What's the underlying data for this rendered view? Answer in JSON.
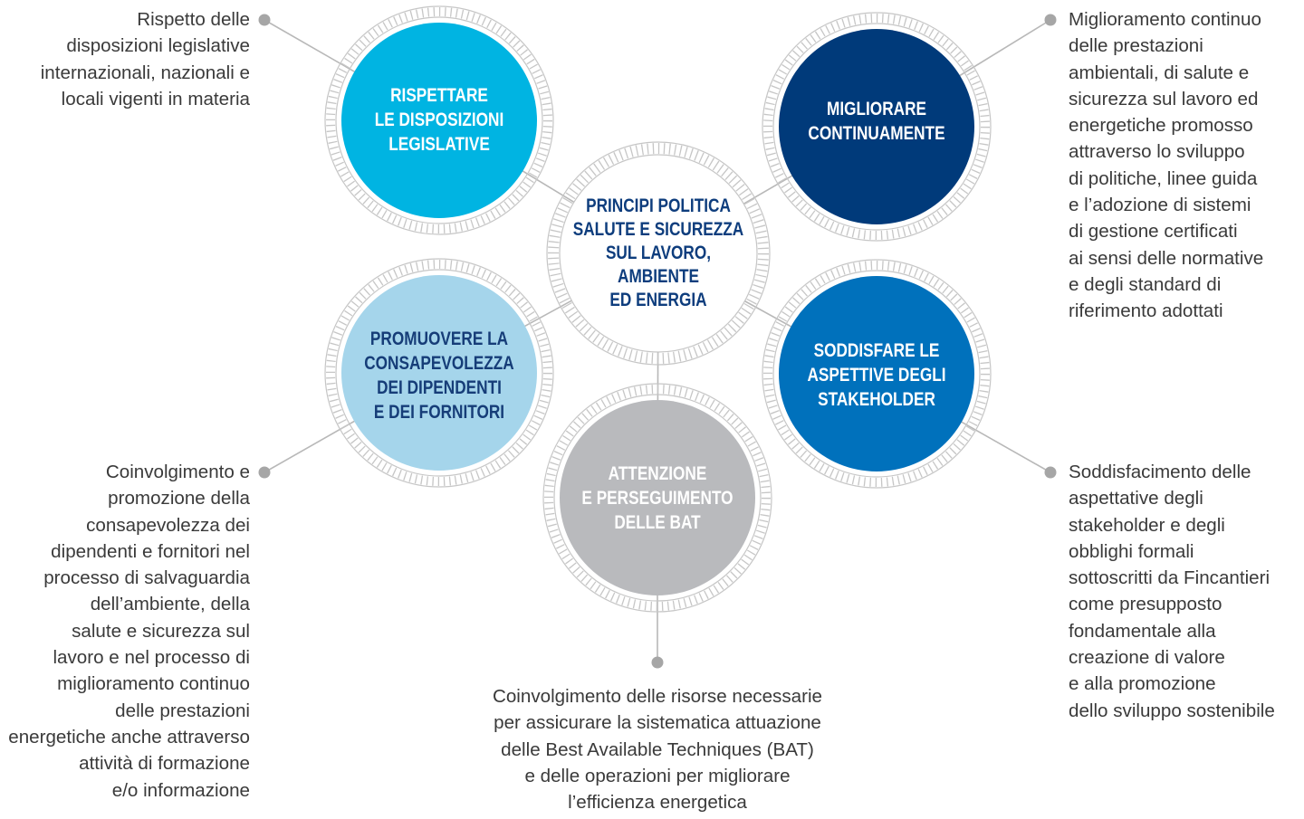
{
  "diagram": {
    "center": {
      "title": "PRINCIPI POLITICA\nSALUTE E SICUREZZA\nSUL LAVORO,\nAMBIENTE\nED ENERGIA"
    },
    "nodes": [
      {
        "title": "RISPETTARE\nLE DISPOSIZIONI\nLEGISLATIVE",
        "description": "Rispetto delle\ndisposizioni legislative\ninternazionali, nazionali e\nlocali vigenti in materia",
        "fill_color": "#00b4e2"
      },
      {
        "title": "MIGLIORARE\nCONTINUAMENTE",
        "description": "Miglioramento continuo\ndelle prestazioni\nambientali, di salute e\nsicurezza sul lavoro ed\nenergetiche promosso\nattraverso lo sviluppo\ndi politiche, linee guida\ne l’adozione di sistemi\ndi gestione certificati\nai sensi delle normative\ne degli standard di\nriferimento adottati",
        "fill_color": "#003a7a"
      },
      {
        "title": "PROMUOVERE LA\nCONSAPEVOLEZZA\nDEI DIPENDENTI\nE DEI FORNITORI",
        "description": "Coinvolgimento e\npromozione della\nconsapevolezza dei\ndipendenti e fornitori nel\nprocesso di salvaguardia\ndell’ambiente, della\nsalute e sicurezza sul\nlavoro e nel processo di\nmiglioramento continuo\ndelle prestazioni\nenergetiche anche attraverso\nattività di formazione\ne/o informazione",
        "fill_color": "#a5d5eb"
      },
      {
        "title": "SODDISFARE LE\nASPETTIVE DEGLI\nSTAKEHOLDER",
        "description": "Soddisfacimento delle\naspettative degli\nstakeholder e degli\nobblighi formali\nsottoscritti da Fincantieri\ncome presupposto\nfondamentale alla\ncreazione di valore\ne alla promozione\ndello sviluppo sostenibile",
        "fill_color": "#0071bc"
      },
      {
        "title": "ATTENZIONE\nE PERSEGUIMENTO\nDELLE BAT",
        "description": "Coinvolgimento delle risorse necessarie\nper assicurare la sistematica attuazione\ndelle Best Available Techniques (BAT)\ne delle operazioni per migliorare\nl’efficienza energetica",
        "fill_color": "#b9babd"
      }
    ]
  }
}
